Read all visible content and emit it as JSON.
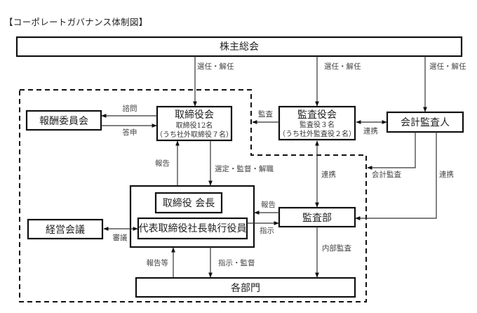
{
  "title": "【コーポレートガバナンス体制図】",
  "nodes": {
    "shareholders_meeting": {
      "label": "株主総会"
    },
    "board_of_directors": {
      "label": "取締役会",
      "sub1": "取締役12名",
      "sub2": "（うち社外取締役７名）"
    },
    "audit_board": {
      "label": "監査役会",
      "sub1": "監査役３名",
      "sub2": "（うち社外監査役２名）"
    },
    "accounting_auditor": {
      "label": "会計監査人"
    },
    "compensation_committee": {
      "label": "報酬委員会"
    },
    "chairman": {
      "label": "取締役 会長"
    },
    "president": {
      "label": "代表取締役社長執行役員"
    },
    "management_meeting": {
      "label": "経営会議"
    },
    "audit_department": {
      "label": "監査部"
    },
    "departments": {
      "label": "各部門"
    }
  },
  "edges": {
    "elect_dismiss_board": "選任・解任",
    "elect_dismiss_audit": "選任・解任",
    "elect_dismiss_accounting": "選任・解任",
    "consult": "諮問",
    "answer": "答申",
    "audit": "監査",
    "cooperation_audit_accounting": "連携",
    "report_to_board": "報告",
    "select_supervise_dismiss": "選定・監督・解職",
    "cooperation_audit_dept": "連携",
    "accounting_audit": "会計監査",
    "cooperation_accounting_dept": "連携",
    "report_from_audit_dept": "報告",
    "instruction_to_audit_dept": "指示",
    "deliberation": "審議",
    "report_etc": "報告等",
    "instruct_supervise": "指示・監督",
    "internal_audit": "内部監査"
  }
}
